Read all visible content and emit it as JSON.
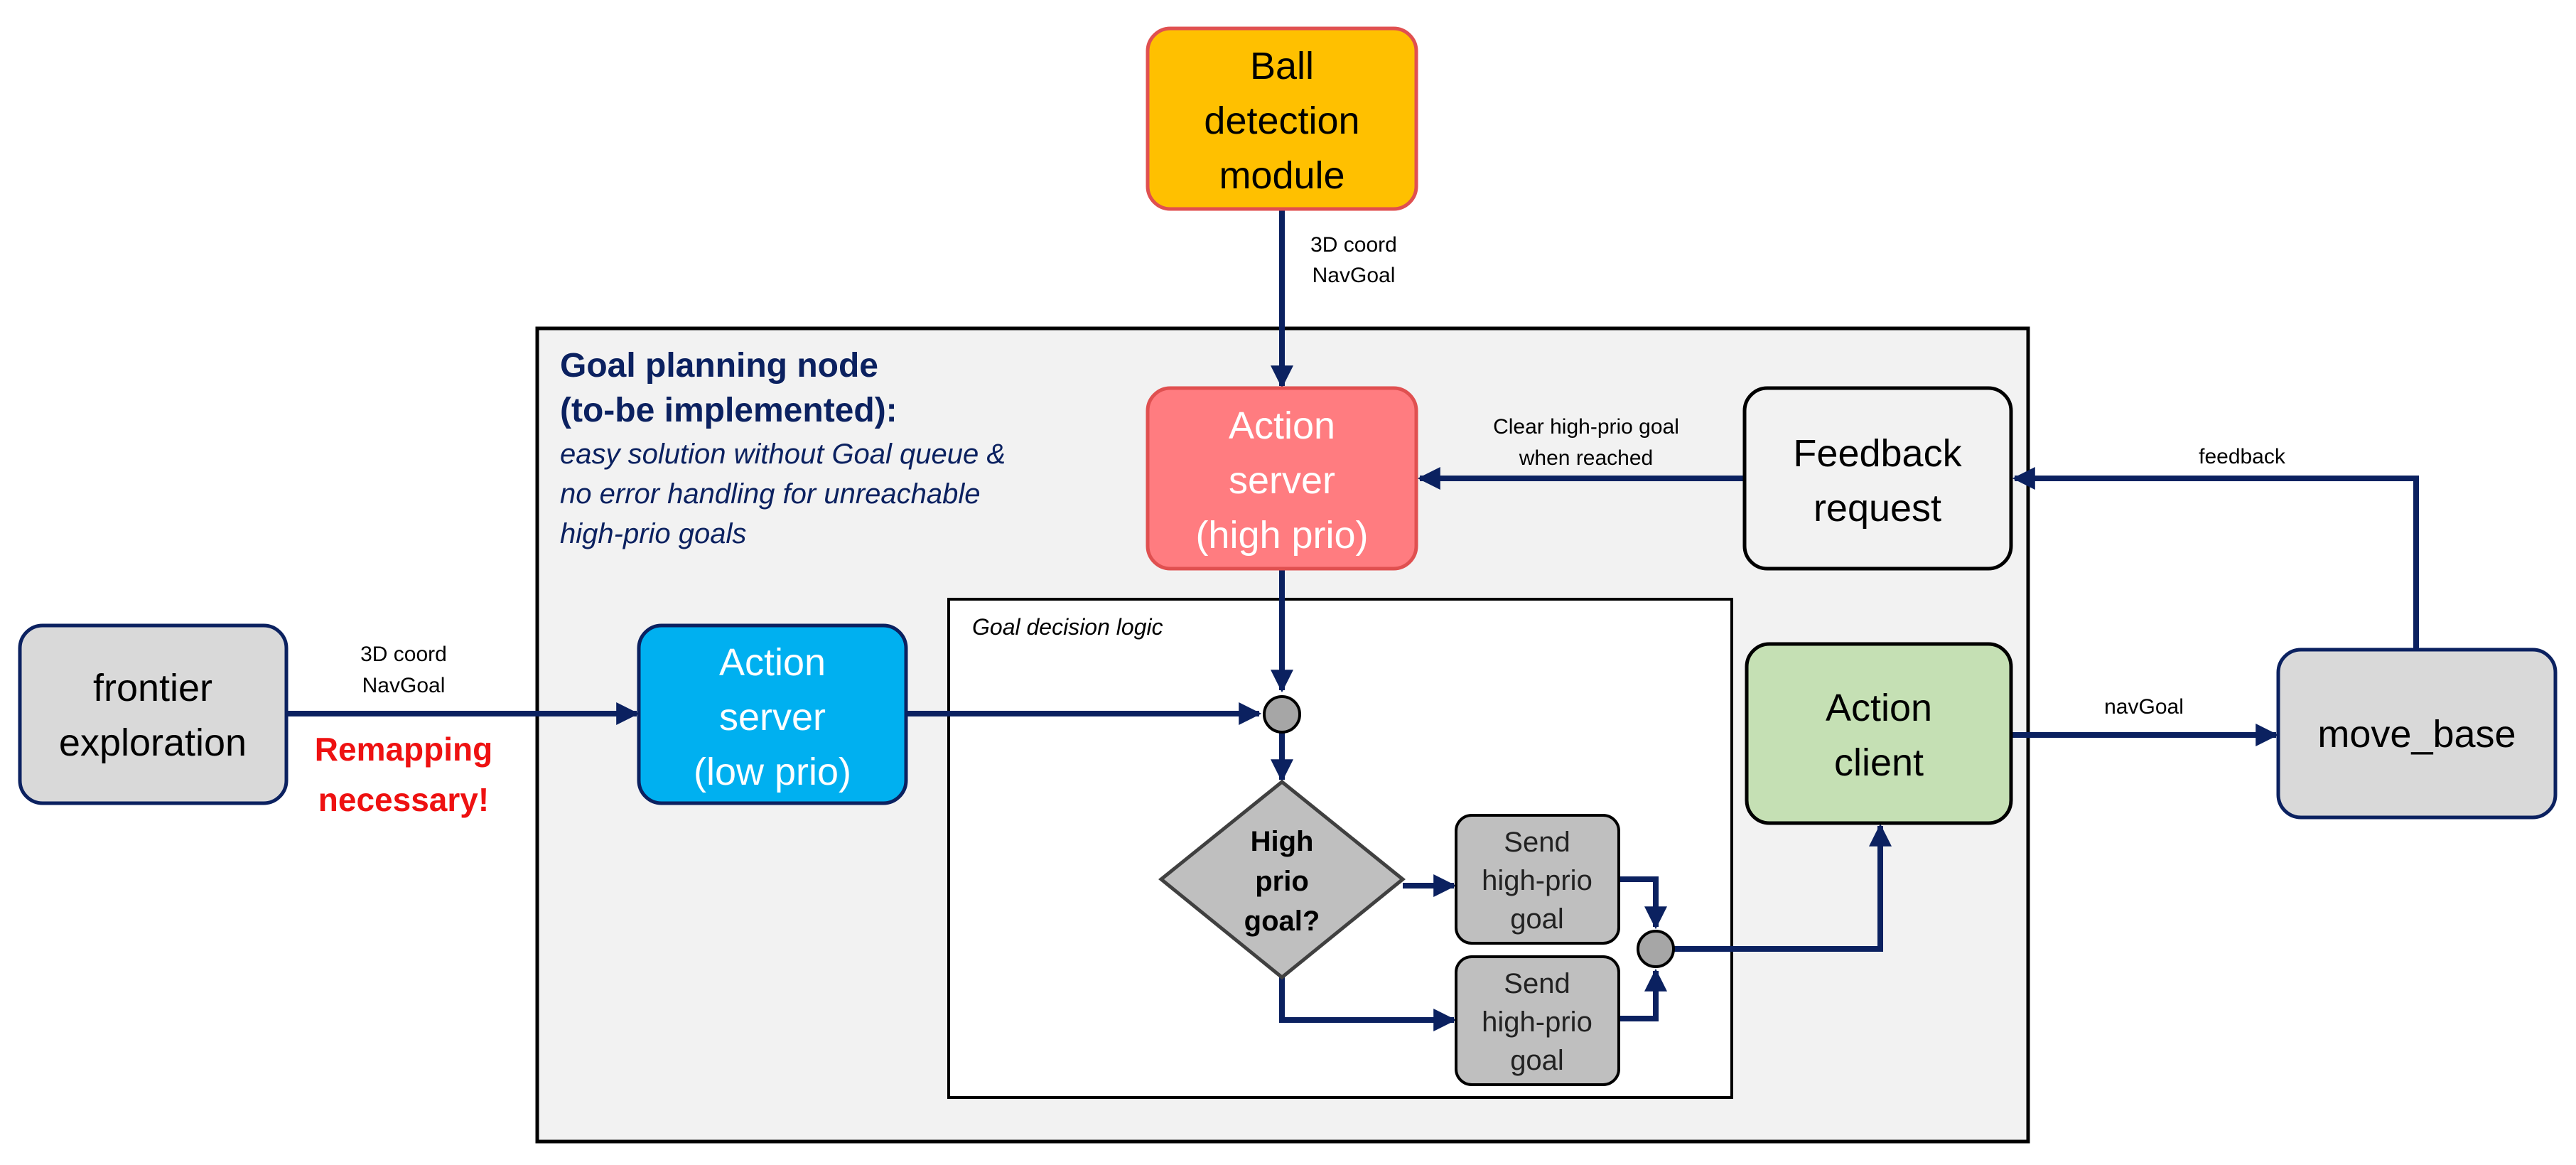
{
  "nodes": {
    "ball_detection": {
      "line1": "Ball",
      "line2": "detection",
      "line3": "module",
      "color": "#ffc000"
    },
    "goal_node": {
      "title1": "Goal planning node",
      "title2": "(to-be implemented):",
      "note1": "easy solution without Goal queue &",
      "note2": "no error handling for unreachable",
      "note3": "high-prio goals"
    },
    "action_server_high": {
      "line1": "Action",
      "line2": "server",
      "line3": "(high prio)",
      "color": "#ff7c80"
    },
    "feedback_request": {
      "line1": "Feedback",
      "line2": "request"
    },
    "frontier": {
      "line1": "frontier",
      "line2": "exploration"
    },
    "action_server_low": {
      "line1": "Action",
      "line2": "server",
      "line3": "(low prio)",
      "color": "#00b0f0"
    },
    "goal_logic": {
      "title": "Goal decision logic"
    },
    "decision": {
      "line1": "High",
      "line2": "prio",
      "line3": "goal?"
    },
    "send_top": {
      "line1": "Send",
      "line2": "high-prio",
      "line3": "goal"
    },
    "send_bottom": {
      "line1": "Send",
      "line2": "high-prio",
      "line3": "goal"
    },
    "action_client": {
      "line1": "Action",
      "line2": "client",
      "color": "#c5e0b4"
    },
    "move_base": {
      "label": "move_base"
    }
  },
  "edges": {
    "ball_to_server": {
      "line1": "3D coord",
      "line2": "NavGoal"
    },
    "feedback_to_server": {
      "line1": "Clear high-prio goal",
      "line2": "when reached"
    },
    "movebase_feedback": {
      "label": "feedback"
    },
    "frontier_to_low": {
      "line1": "3D coord",
      "line2": "NavGoal"
    },
    "client_to_movebase": {
      "label": "navGoal"
    }
  },
  "warning": {
    "line1": "Remapping",
    "line2": "necessary!"
  },
  "colors": {
    "edge": "#0b2160",
    "gray_box": "#d9d9d9",
    "container": "#f2f2f2",
    "warning": "#ee1111"
  }
}
